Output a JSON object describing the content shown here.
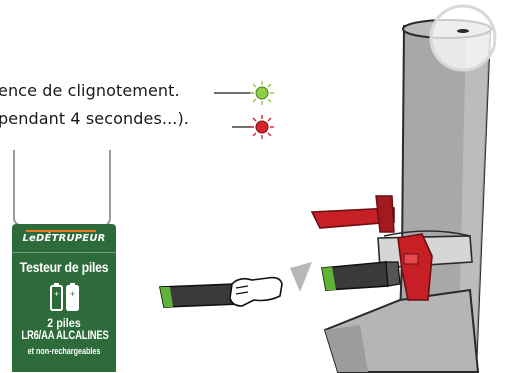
{
  "captions": {
    "line1": "ence de clignotement.",
    "line2": "pendant 4 secondes...)."
  },
  "leds": [
    {
      "name": "green-led",
      "color": "#8ccf3f"
    },
    {
      "name": "red-led",
      "color": "#d9242b"
    }
  ],
  "card": {
    "brand": "LeDÉTRUPEUR",
    "title": "Testeur de piles",
    "count": "2 piles",
    "battery_type": "LR6/AA ALCALINES",
    "note": "et non-rechargeables",
    "color": "#2e6b3a"
  },
  "colors": {
    "device_body": "#a8a8a8",
    "device_light": "#c4c4c4",
    "accent_red": "#c62026",
    "battery_green": "#5fb336",
    "battery_dark": "#3a3a3a",
    "arrow_grey": "#b8b8b8"
  }
}
